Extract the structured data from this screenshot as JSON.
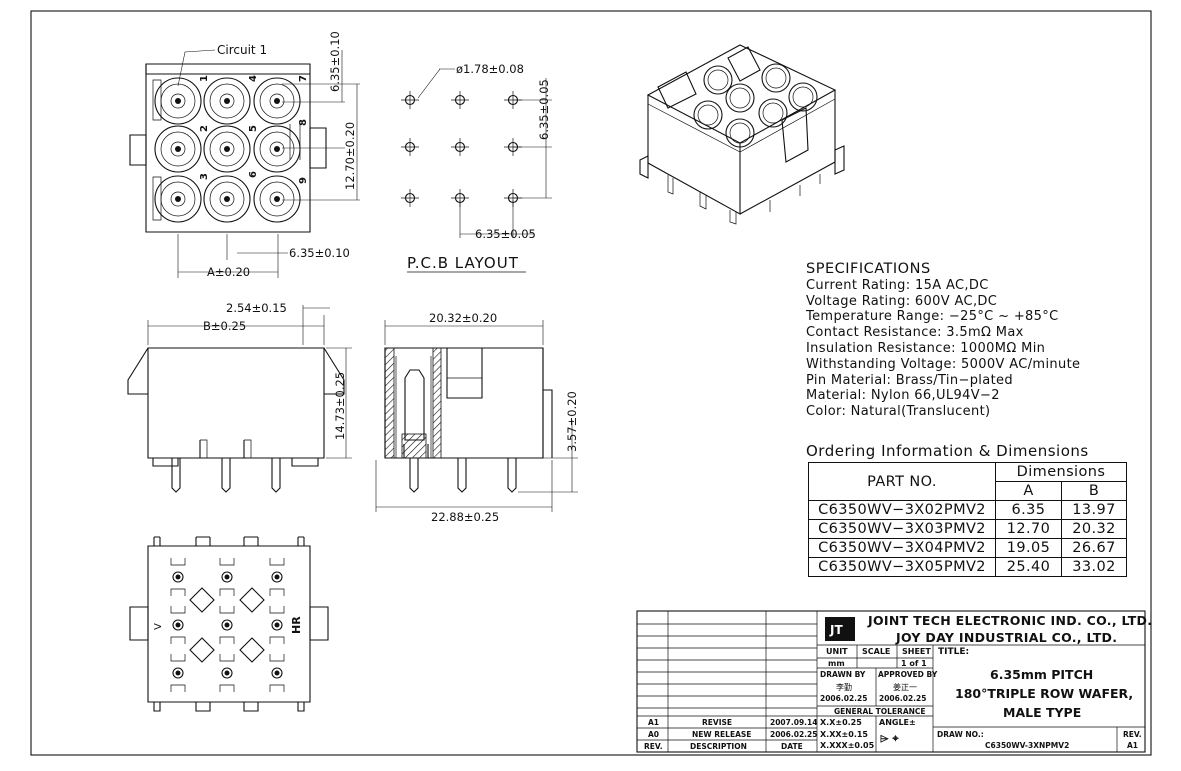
{
  "views": {
    "circuit_label": "Circuit 1",
    "pin_numbers": [
      "1",
      "2",
      "3",
      "4",
      "5",
      "6",
      "7",
      "8",
      "9"
    ],
    "polarity_marks": [
      "V",
      "HR"
    ],
    "front_dims": {
      "pitch_v": "6.35±0.10",
      "span_v": "12.70±0.20",
      "pitch_h": "6.35±0.10",
      "a": "A±0.20"
    },
    "pcb": {
      "hole": "ø1.78±0.08",
      "pitch_v": "6.35±0.05",
      "pitch_h": "6.35±0.05",
      "title": "P.C.B LAYOUT"
    },
    "side_dims": {
      "d1": "2.54±0.15",
      "b": "B±0.25",
      "h": "14.73±0.25"
    },
    "section_dims": {
      "w1": "20.32±0.20",
      "pin": "3.57±0.20",
      "w2": "22.88±0.25"
    }
  },
  "specifications": {
    "title": "SPECIFICATIONS",
    "lines": [
      "Current Rating: 15A AC,DC",
      "Voltage Rating: 600V AC,DC",
      "Temperature Range: −25°C ~ +85°C",
      "Contact Resistance: 3.5mΩ Max",
      "Insulation Resistance: 1000MΩ Min",
      "Withstanding Voltage: 5000V AC/minute",
      "Pin Material: Brass/Tin−plated",
      "Material: Nylon 66,UL94V−2",
      "Color: Natural(Translucent)"
    ]
  },
  "ordering": {
    "title": "Ordering Information & Dimensions",
    "header_part": "PART NO.",
    "header_dims": "Dimensions",
    "header_a": "A",
    "header_b": "B",
    "rows": [
      {
        "part": "C6350WV−3X02PMV2",
        "a": "6.35",
        "b": "13.97"
      },
      {
        "part": "C6350WV−3X03PMV2",
        "a": "12.70",
        "b": "20.32"
      },
      {
        "part": "C6350WV−3X04PMV2",
        "a": "19.05",
        "b": "26.67"
      },
      {
        "part": "C6350WV−3X05PMV2",
        "a": "25.40",
        "b": "33.02"
      }
    ]
  },
  "title_block": {
    "company1": "JOINT TECH ELECTRONIC IND. CO., LTD.",
    "company2": "JOY DAY INDUSTRIAL CO., LTD.",
    "unit_label": "UNIT",
    "scale_label": "SCALE",
    "sheet_label": "SHEET",
    "unit": "mm",
    "sheet": "1 of 1",
    "title_label": "TITLE:",
    "title_lines": [
      "6.35mm PITCH",
      "180°TRIPLE ROW WAFER,",
      "MALE TYPE"
    ],
    "drawn_by_label": "DRAWN BY",
    "approved_by_label": "APPROVED BY",
    "drawn_by": "李勤",
    "approved_by": "姜正一",
    "drawn_date": "2006.02.25",
    "approved_date": "2006.02.25",
    "tolerance_label": "GENERAL TOLERANCE",
    "tol1": "X.X±0.25",
    "tol2": "X.XX±0.15",
    "tol3": "X.XXX±0.05",
    "angle_label": "ANGLE±",
    "draw_no_label": "DRAW NO.:",
    "draw_no": "C6350WV-3XNPMV2",
    "rev_label": "REV.",
    "rev": "A1",
    "revisions": [
      {
        "rev": "A1",
        "desc": "REVISE",
        "date": "2007.09.14"
      },
      {
        "rev": "A0",
        "desc": "NEW RELEASE",
        "date": "2006.02.25"
      }
    ],
    "rev_header": "REV.",
    "desc_header": "DESCRIPTION",
    "date_header": "DATE"
  }
}
